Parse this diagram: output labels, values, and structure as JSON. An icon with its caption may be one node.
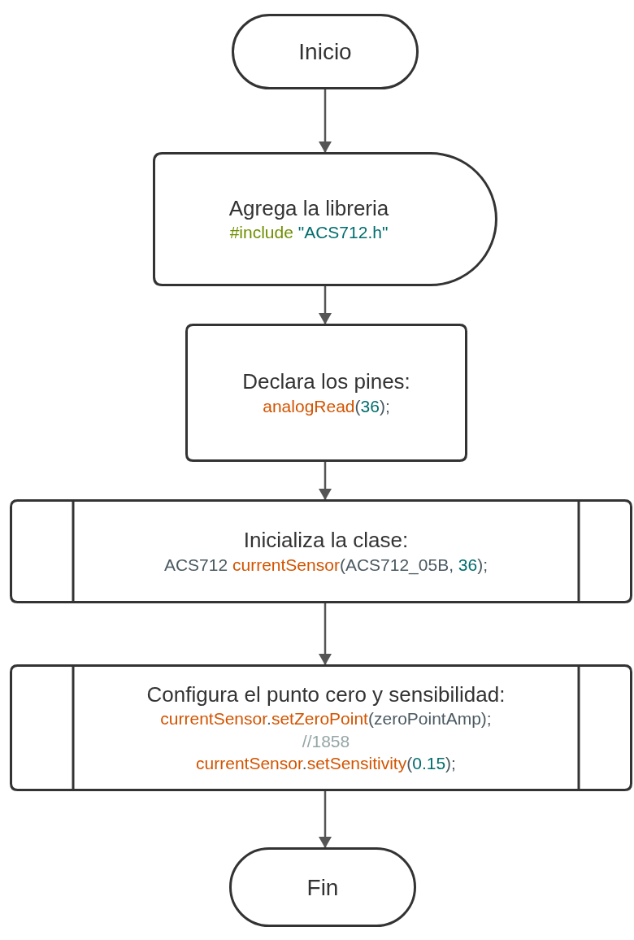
{
  "diagram": {
    "nodes": [
      {
        "text": [
          "Inicio"
        ]
      },
      {
        "text": [
          "Agrega la libreria",
          "#include \"ACS712.h\""
        ]
      },
      {
        "text": [
          "Declara los pines:",
          "analogRead(36);"
        ]
      },
      {
        "text": [
          "Inicializa la clase:",
          "ACS712 currentSensor(ACS712_05B, 36);"
        ]
      },
      {
        "text": [
          "Configura el punto cero y sensibilidad:",
          "currentSensor.setZeroPoint(zeroPointAmp);",
          "//1858",
          "currentSensor.setSensitivity(0.15);"
        ]
      },
      {
        "text": [
          "Fin"
        ]
      }
    ],
    "edges": [
      {
        "from": 0,
        "to": 1,
        "arrow": "to"
      },
      {
        "from": 1,
        "to": 2,
        "arrow": "to"
      },
      {
        "from": 2,
        "to": 3,
        "arrow": "to"
      },
      {
        "from": 3,
        "to": 4,
        "arrow": "to"
      },
      {
        "from": 4,
        "to": 5,
        "arrow": "to"
      }
    ]
  }
}
